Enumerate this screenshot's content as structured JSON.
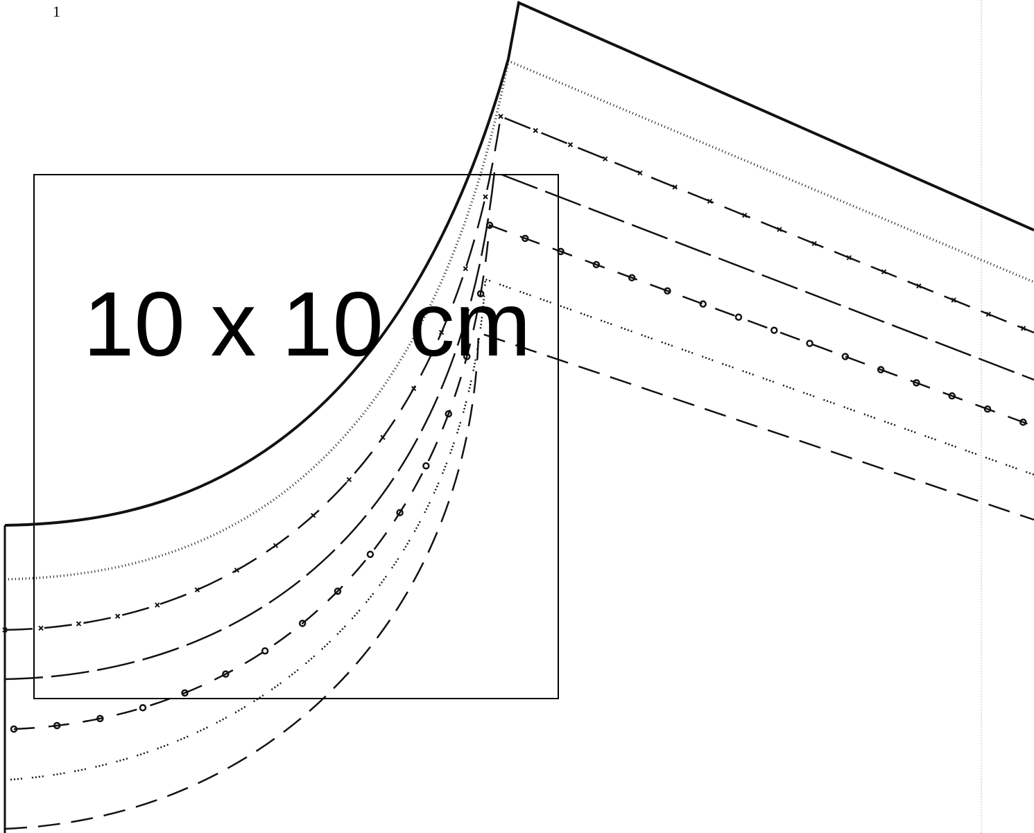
{
  "page": {
    "number": "1"
  },
  "scale_box": {
    "label": "10 x 10 cm"
  },
  "pattern": {
    "ink_color": "#111111",
    "trim_guide_color": "#bbbbbb",
    "size_lines": [
      {
        "style": "solid-thick"
      },
      {
        "style": "dotted"
      },
      {
        "style": "dash-cross"
      },
      {
        "style": "long-dash"
      },
      {
        "style": "dash-circle"
      },
      {
        "style": "hatched"
      },
      {
        "style": "dashed"
      }
    ]
  }
}
